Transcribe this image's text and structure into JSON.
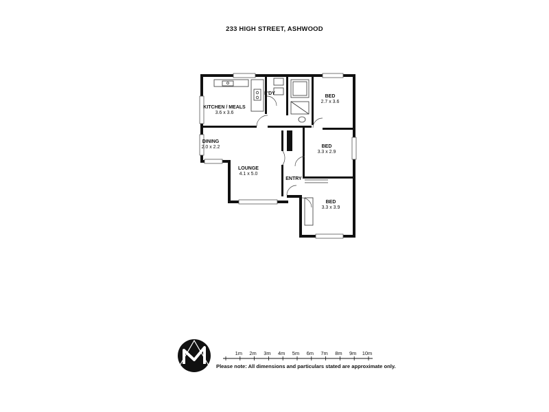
{
  "header": {
    "address": "233 HIGH STREET, ASHWOOD"
  },
  "rooms": {
    "kitchen": {
      "name": "KITCHEN / MEALS",
      "dims": "3.6 x 3.6"
    },
    "laundry": {
      "name": "L'DY"
    },
    "bed1": {
      "name": "BED",
      "dims": "2.7 x 3.6"
    },
    "dining": {
      "name": "DINING",
      "dims": "2.0 x 2.2"
    },
    "bed2": {
      "name": "BED",
      "dims": "3.3 x 2.9"
    },
    "lounge": {
      "name": "LOUNGE",
      "dims": "4.1 x 5.0"
    },
    "entry": {
      "name": "ENTRY"
    },
    "bed3": {
      "name": "BED",
      "dims": "3.3 x 3.9"
    }
  },
  "scale": {
    "labels": [
      "1m",
      "2m",
      "3m",
      "4m",
      "5m",
      "6m",
      "7m",
      "8m",
      "9m",
      "10m"
    ]
  },
  "disclaimer": "Please note: All dimensions and particulars stated are approximate only.",
  "colors": {
    "wall": "#111111",
    "background": "#ffffff"
  },
  "icons": {
    "logo": "compass-m-logo"
  }
}
